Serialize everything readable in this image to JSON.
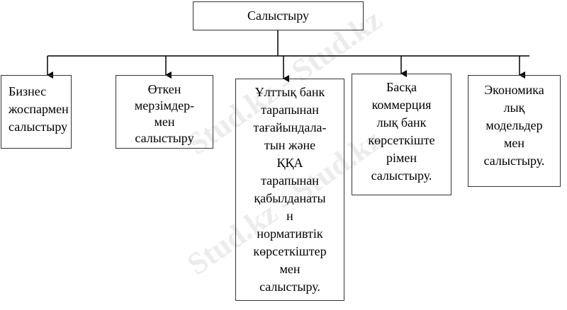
{
  "root": {
    "label": "Салыстыру"
  },
  "children": [
    {
      "lines": [
        "Бизнес",
        "жоспармен",
        "салыстыру"
      ]
    },
    {
      "lines": [
        "Өткен",
        "мерзімдер-",
        "мен",
        "салыстыру"
      ]
    },
    {
      "lines": [
        "Ұлттық банк",
        "тарапынан",
        "тағайындала-",
        "тын және",
        "ҚҚА",
        "тарапынан",
        "қабылданаты",
        "н",
        "нормативтік",
        "көрсеткіштер",
        "мен",
        "салыстыру."
      ]
    },
    {
      "lines": [
        "Басқа",
        "коммерция",
        "лық банк",
        "көрсеткіште",
        "рімен",
        "салыстыру."
      ]
    },
    {
      "lines": [
        "Экономика",
        "лық",
        "модельдер",
        "мен",
        "салыстыру."
      ]
    }
  ],
  "watermark": "Stud.kz - Stud.kz"
}
